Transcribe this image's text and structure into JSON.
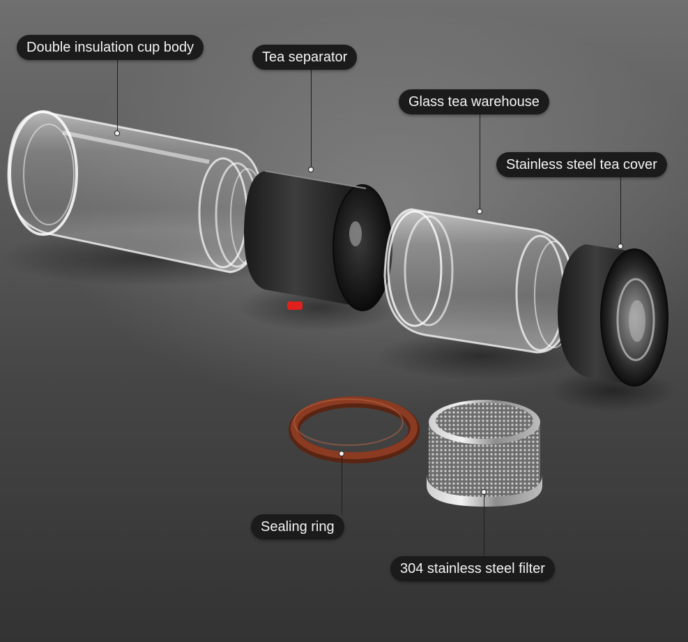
{
  "labels": {
    "cup_body": "Double insulation cup body",
    "tea_separator": "Tea separator",
    "glass_warehouse": "Glass tea warehouse",
    "steel_cover": "Stainless steel tea cover",
    "sealing_ring": "Sealing ring",
    "steel_filter": "304 stainless steel filter"
  },
  "colors": {
    "callout_bg": "#1b1b1b",
    "callout_text": "#f4f4f4",
    "ring": "#8a3b22",
    "metal_dark": "#2a2a2a",
    "indicator_red": "#e0201a"
  }
}
